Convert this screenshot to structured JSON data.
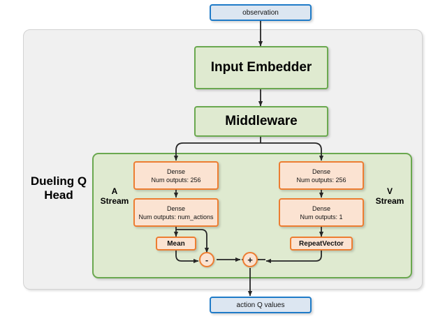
{
  "diagram": {
    "title_label": "Dueling Q Head",
    "stream_labels": {
      "advantage": "A\nStream",
      "advantage_line1": "A",
      "advantage_line2": "Stream",
      "value_line1": "V",
      "value_line2": "Stream"
    },
    "colors": {
      "blue_fill": "#dce6f1",
      "blue_border": "#1f7bc8",
      "green_fill": "#dfead0",
      "green_border": "#6aa84f",
      "orange_fill": "#fbe3d2",
      "orange_border": "#ed7d31",
      "container_fill": "#f0f0f0",
      "container_border": "#d2d2d2",
      "arrow": "#262626",
      "page_background": "#ffffff"
    },
    "io": {
      "input_label": "observation",
      "output_label": "action Q values"
    },
    "backbone": {
      "embedder_label": "Input Embedder",
      "middleware_label": "Middleware"
    },
    "advantage_stream": {
      "dense1_line1": "Dense",
      "dense1_line2": "Num outputs: 256",
      "dense2_line1": "Dense",
      "dense2_line2": "Num outputs: num_actions",
      "mean_label": "Mean"
    },
    "value_stream": {
      "dense1_line1": "Dense",
      "dense1_line2": "Num outputs: 256",
      "dense2_line1": "Dense",
      "dense2_line2": "Num outputs: 1",
      "repeat_label": "RepeatVector"
    },
    "operators": {
      "subtract_symbol": "-",
      "add_symbol": "+"
    }
  }
}
